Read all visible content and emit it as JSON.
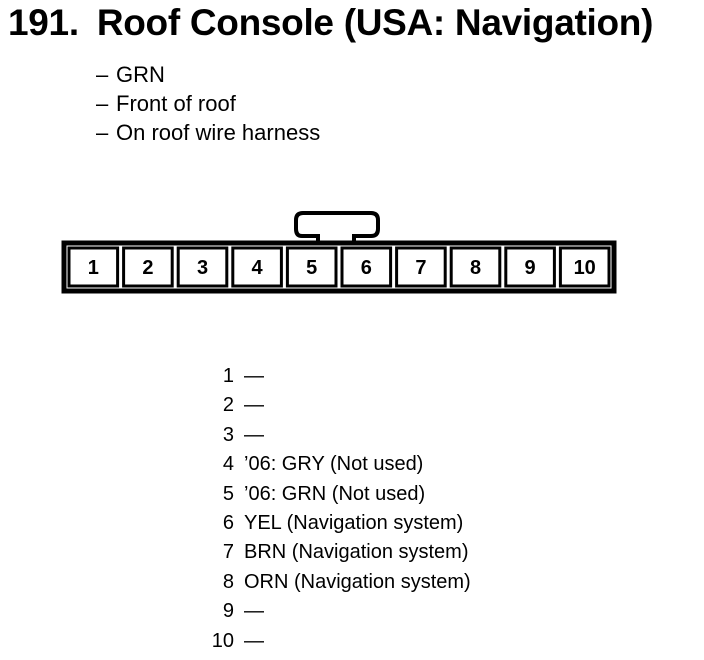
{
  "title": {
    "number": "191.",
    "text": "Roof Console (USA: Navigation)"
  },
  "notes": [
    {
      "dash": "–",
      "text": "GRN"
    },
    {
      "dash": "–",
      "text": "Front of roof"
    },
    {
      "dash": "–",
      "text": "On roof wire harness"
    }
  ],
  "connector": {
    "pins": [
      "1",
      "2",
      "3",
      "4",
      "5",
      "6",
      "7",
      "8",
      "9",
      "10"
    ]
  },
  "pinout": [
    {
      "pin": "1",
      "desc": "—"
    },
    {
      "pin": "2",
      "desc": "—"
    },
    {
      "pin": "3",
      "desc": "—"
    },
    {
      "pin": "4",
      "desc": "’06: GRY (Not used)"
    },
    {
      "pin": "5",
      "desc": "’06: GRN (Not used)"
    },
    {
      "pin": "6",
      "desc": "YEL (Navigation system)"
    },
    {
      "pin": "7",
      "desc": "BRN (Navigation system)"
    },
    {
      "pin": "8",
      "desc": "ORN (Navigation system)"
    },
    {
      "pin": "9",
      "desc": "—"
    },
    {
      "pin": "10",
      "desc": "—"
    }
  ]
}
